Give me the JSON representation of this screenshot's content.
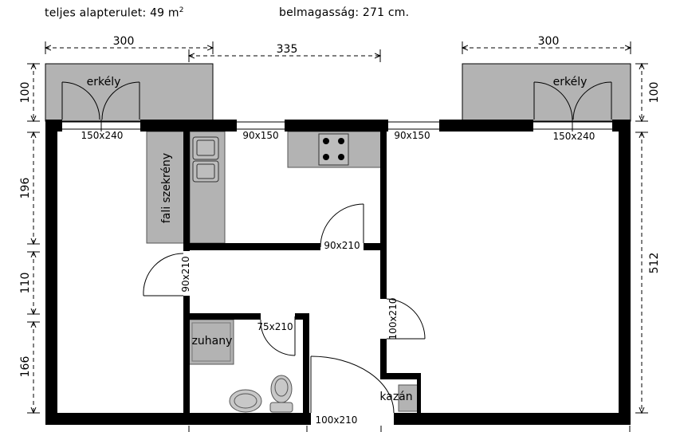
{
  "header": {
    "area_label": "teljes alapterulet: 49 m",
    "area_sup": "2",
    "height_label": "belmagasság: 271 cm."
  },
  "dimensions": {
    "top_left": "300",
    "top_mid": "335",
    "top_right": "300",
    "left_balcony": "100",
    "left_196": "196",
    "left_110": "110",
    "left_166": "166",
    "right_balcony": "100",
    "right_total": "512"
  },
  "rooms": {
    "balcony_left": "erkély",
    "balcony_right": "erkély",
    "wardrobe": "fali szekrény",
    "shower": "zuhany",
    "boiler": "kazán"
  },
  "openings": {
    "win_left": "150x240",
    "win_mid_left": "90x150",
    "win_mid_right": "90x150",
    "win_right": "150x240",
    "door_kitchen": "90x210",
    "door_hall": "90x210",
    "door_bath": "75x210",
    "door_room": "100x210",
    "door_entry": "100x210"
  },
  "colors": {
    "wall": "#000000",
    "fixture": "#b3b3b3",
    "fixture_stroke": "#555555"
  }
}
